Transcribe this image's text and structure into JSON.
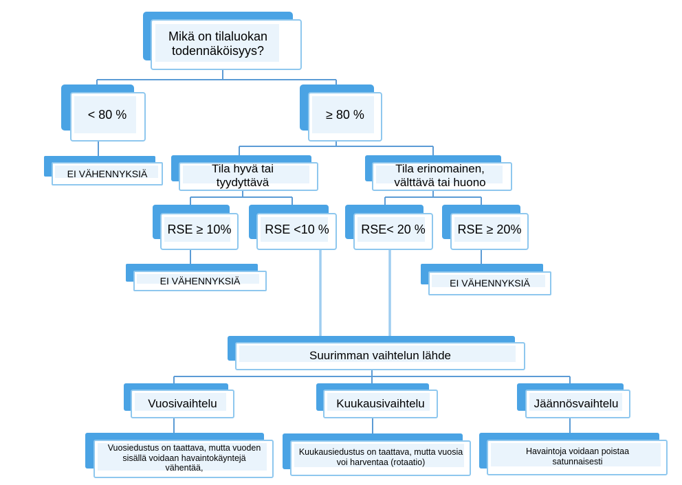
{
  "colors": {
    "accent_blue": "#4aa3e4",
    "card_border": "#8ec7ee",
    "card_inner": "#eaf4fc",
    "connector_dark": "#5b9bd5",
    "connector_light": "#9fcdf0"
  },
  "nodes": {
    "root": "Mikä on tilaluokan todennäköisyys?",
    "lt80": "< 80 %",
    "ge80": "≥ 80 %",
    "no_reduction_1": "EI VÄHENNYKSIÄ",
    "state_good": "Tila hyvä  tai tyydyttävä",
    "state_excellent": "Tila erinomainen, välttävä  tai huono",
    "rse_ge10": "RSE ≥ 10%",
    "rse_lt10": "RSE <10 %",
    "rse_lt20": "RSE< 20 %",
    "rse_ge20": "RSE ≥ 20%",
    "no_reduction_2": "EI VÄHENNYKSIÄ",
    "no_reduction_3": "EI VÄHENNYKSIÄ",
    "largest_variation": "Suurimman vaihtelun lähde",
    "annual": "Vuosivaihtelu",
    "monthly": "Kuukausivaihtelu",
    "residual": "Jäännösvaihtelu",
    "annual_note": "Vuosiedustus on taattava, mutta vuoden sisällä voidaan havaintokäyntejä vähentää,",
    "monthly_note": "Kuukausiedustus  on taattava, mutta vuosia voi harventaa  (rotaatio)",
    "residual_note": "Havaintoja voidaan poistaa satunnaisesti"
  }
}
